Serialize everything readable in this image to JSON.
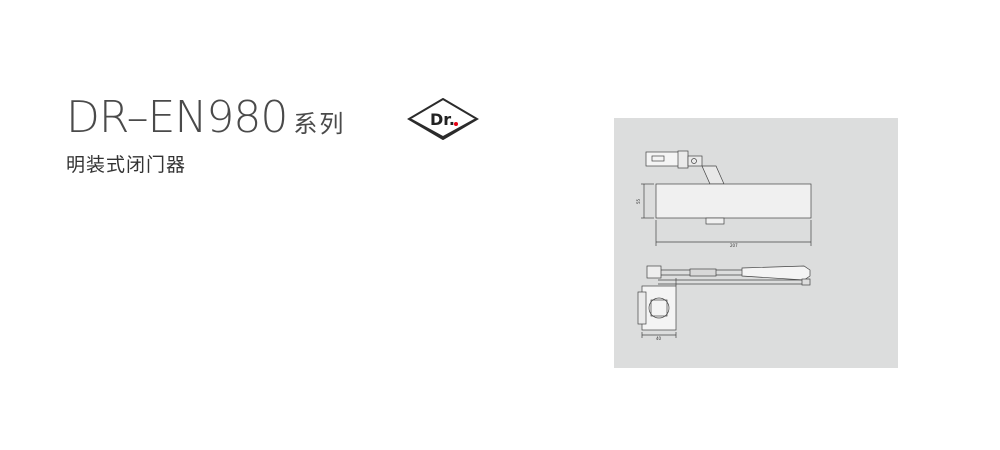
{
  "header": {
    "model": "DR–EN980",
    "series": "系列",
    "subtitle": "明装式闭门器"
  },
  "logo": {
    "text": "Dr.",
    "icon": "dr-brand-diamond-logo"
  },
  "drawing": {
    "dim_height": "55",
    "dim_length": "207",
    "dim_width": "40"
  },
  "colors": {
    "panel_bg": "#dcdddd",
    "title": "#4a4a4a",
    "logo_dot": "#e60012"
  }
}
